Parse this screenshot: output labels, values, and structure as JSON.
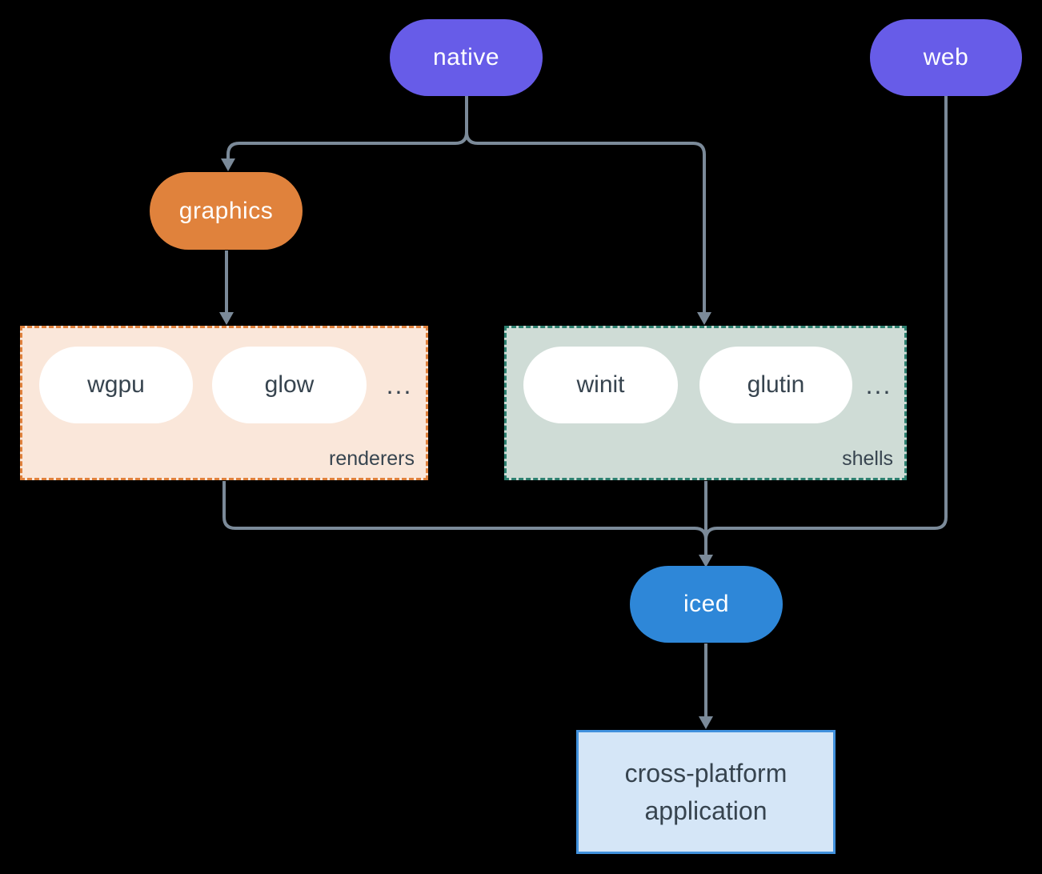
{
  "nodes": {
    "native": {
      "label": "native"
    },
    "web": {
      "label": "web"
    },
    "graphics": {
      "label": "graphics"
    },
    "iced": {
      "label": "iced"
    }
  },
  "groups": {
    "renderers": {
      "label": "renderers",
      "ellipsis": "...",
      "items": [
        {
          "label": "wgpu"
        },
        {
          "label": "glow"
        }
      ]
    },
    "shells": {
      "label": "shells",
      "ellipsis": "...",
      "items": [
        {
          "label": "winit"
        },
        {
          "label": "glutin"
        }
      ]
    }
  },
  "application": {
    "line1": "cross-platform",
    "line2": "application"
  },
  "colors": {
    "background": "#000000",
    "node_purple": "#675ce8",
    "node_orange": "#e0823c",
    "node_blue": "#2e87d8",
    "pill_white": "#ffffff",
    "renderers_fill": "#fae7da",
    "renderers_border": "#e0813c",
    "shells_fill": "#cfdcd6",
    "shells_border": "#2d8070",
    "app_fill": "#d5e6f7",
    "app_border": "#4191dd",
    "connector": "#7b8a99",
    "dark_text": "#37444f",
    "light_text": "#ffffff"
  }
}
